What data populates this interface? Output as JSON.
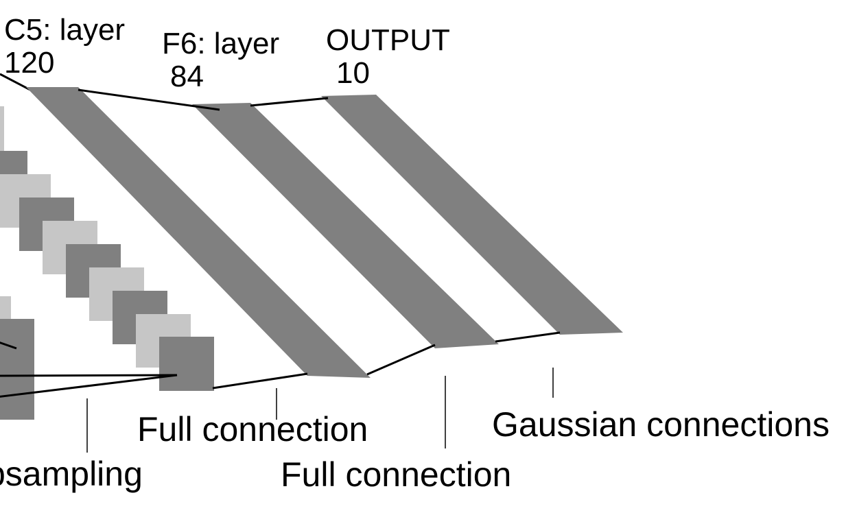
{
  "layers": {
    "c5": {
      "name": "C5: layer",
      "size": "120"
    },
    "f6": {
      "name": "F6: layer",
      "size": "84"
    },
    "output": {
      "name": "OUTPUT",
      "size": "10"
    }
  },
  "connections": {
    "subsampling": "bsampling",
    "full_1": "Full connection",
    "full_2": "Full connection",
    "gaussian": "Gaussian connections"
  },
  "colors": {
    "dark_map": "#808080",
    "light_map": "#c6c6c6",
    "line": "#000000",
    "background": "#ffffff"
  }
}
